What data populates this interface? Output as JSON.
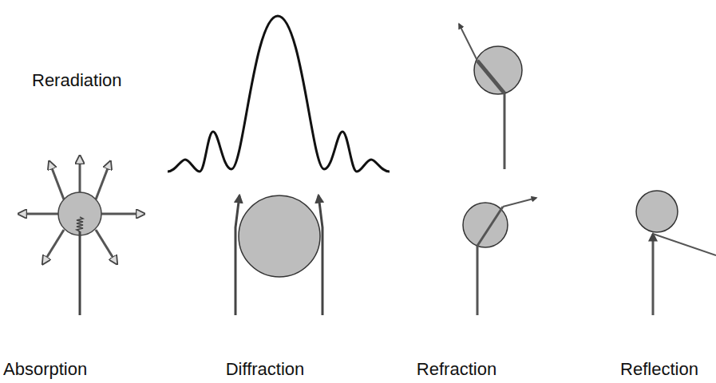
{
  "diagram": {
    "labels": [
      "Reradiation",
      "Absorption",
      "Diffraction",
      "Refraction",
      "Reflection"
    ]
  }
}
